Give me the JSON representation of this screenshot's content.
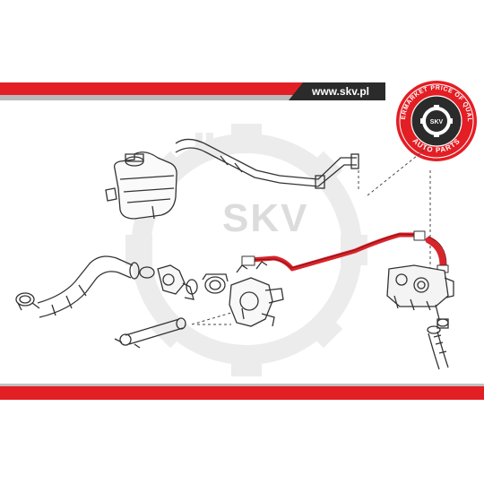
{
  "banner": {
    "url": "www.skv.pl"
  },
  "watermark": {
    "text": "SKV"
  },
  "seal": {
    "top_text": "AFTERMARKET PRICE OF QUALITY",
    "bottom_text": "AUTO PARTS",
    "center_text": "SKV"
  },
  "colors": {
    "red": "#e31e24",
    "dark": "#2b2b2b",
    "hose_highlight": "#d8242b",
    "line": "#333333",
    "watermark": "#e4e4e4"
  },
  "icons": [
    "gear-watermark-icon",
    "quality-seal-icon",
    "coolant-hose-highlight"
  ]
}
